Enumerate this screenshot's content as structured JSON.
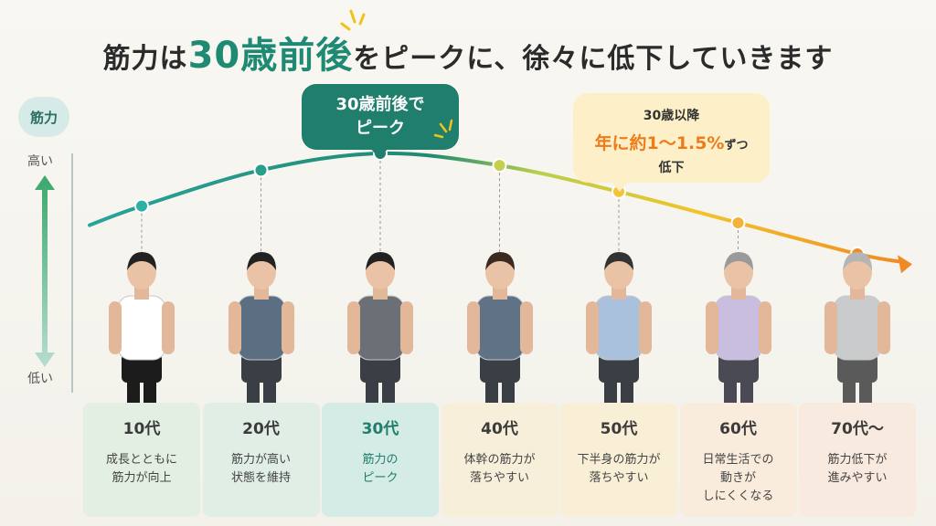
{
  "title": {
    "prefix": "筋力は",
    "highlight": "30歳前後",
    "suffix": "をピークに、徐々に低下していきます"
  },
  "y_axis": {
    "label": "筋力",
    "high": "高い",
    "low": "低い"
  },
  "callout_peak": {
    "text": "30歳前後で\nピーク"
  },
  "callout_decline": {
    "line1": "30歳以降",
    "line2_main": "年に約1〜1.5%",
    "line2_tail": "ずつ",
    "line3": "低下"
  },
  "colors": {
    "accent": "#1f8a73",
    "peak_bubble": "#1f7e6c",
    "decline_text": "#ee7b1a",
    "decline_bubble": "#fdf0c8"
  },
  "chart_data": {
    "type": "line",
    "categories": [
      "10代",
      "20代",
      "30代",
      "40代",
      "50代",
      "60代",
      "70代〜"
    ],
    "values": [
      0.78,
      0.93,
      1.0,
      0.95,
      0.84,
      0.71,
      0.58
    ],
    "ylabel": "筋力",
    "ylim": [
      0,
      1
    ],
    "grid": false,
    "legend": "none"
  },
  "cards": [
    {
      "decade": "10代",
      "desc": "成長とともに\n筋力が向上",
      "color": "#e3efe3"
    },
    {
      "decade": "20代",
      "desc": "筋力が高い\n状態を維持",
      "color": "#e1eee6"
    },
    {
      "decade": "30代",
      "desc": "筋力の\nピーク",
      "color": "#d5ebe5"
    },
    {
      "decade": "40代",
      "desc": "体幹の筋力が\n落ちやすい",
      "color": "#f7efd9"
    },
    {
      "decade": "50代",
      "desc": "下半身の筋力が\n落ちやすい",
      "color": "#f9eed6"
    },
    {
      "decade": "60代",
      "desc": "日常生活での\n動きが\nしにくくなる",
      "color": "#f9ecdc"
    },
    {
      "decade": "70代〜",
      "desc": "筋力低下が\n進みやすい",
      "color": "#f8eadf"
    }
  ]
}
